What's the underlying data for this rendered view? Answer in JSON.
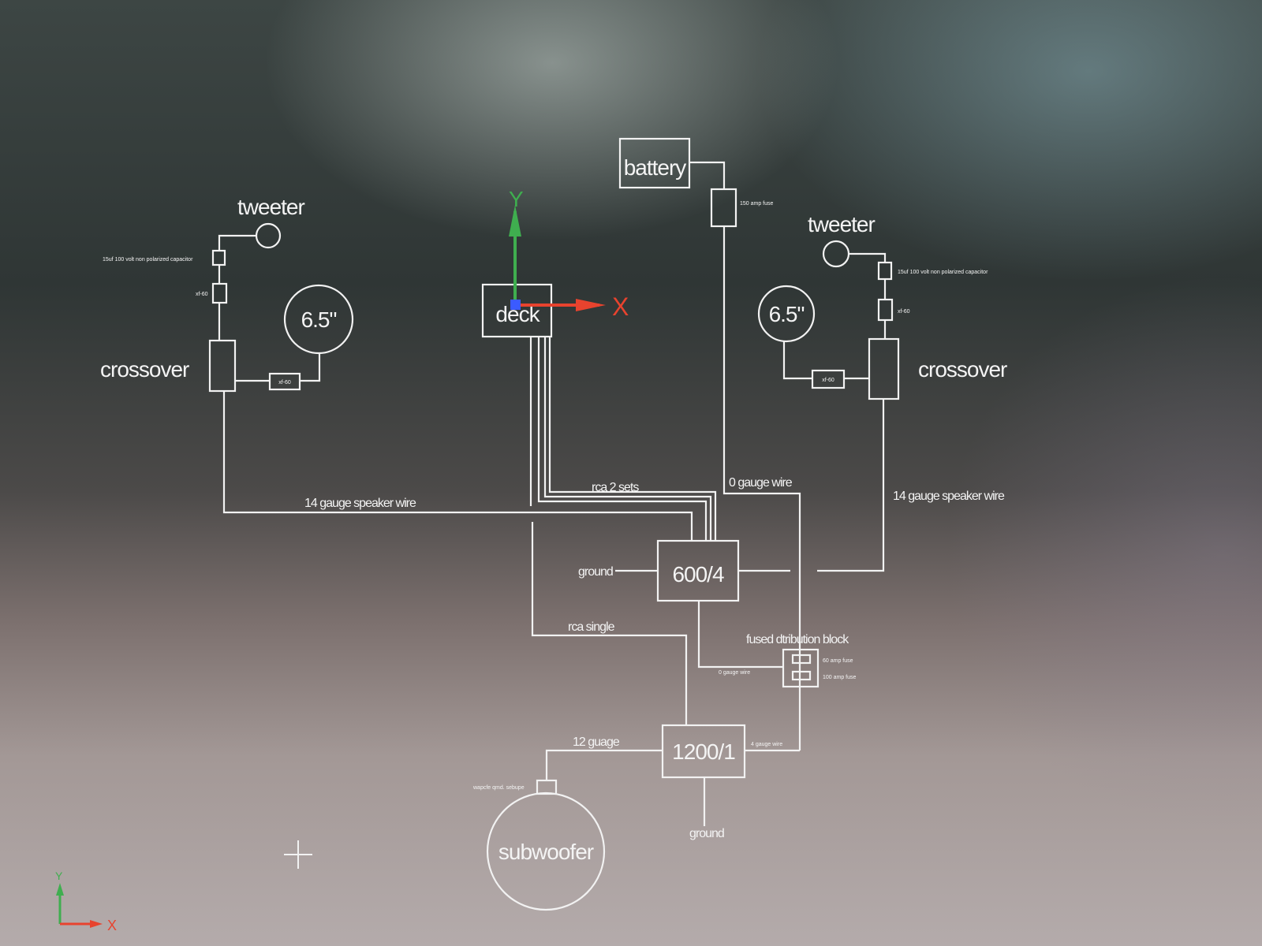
{
  "diagram": {
    "left": {
      "tweeter": "tweeter",
      "capacitor_note": "15uf 100 volt non polarized capacitor",
      "inline_part": "xf-60",
      "speaker_size": "6.5\"",
      "crossover": "crossover",
      "woofer_part": "xf-60"
    },
    "right": {
      "tweeter": "tweeter",
      "capacitor_note": "15uf 100 volt non polarized capacitor",
      "inline_part": "xf-60",
      "speaker_size": "6.5\"",
      "crossover": "crossover",
      "woofer_part": "xf-60",
      "speaker_wire": "14 gauge speaker wire"
    },
    "battery": "battery",
    "battery_fuse": "150 amp fuse",
    "deck": "deck",
    "amp_4ch": "600/4",
    "amp_mono": "1200/1",
    "subwoofer": "subwoofer",
    "sub_note": "wapcfe qmd. sebupe",
    "wires": {
      "left_speaker": "14 gauge speaker wire",
      "rca_2_sets": "rca 2 sets",
      "power": "0 gauge wire",
      "ground_amp": "ground",
      "rca_single": "rca single",
      "dist_block": "fused dtribution block",
      "fuse_1": "60 amp fuse",
      "fuse_2": "100 amp fuse",
      "amp_power": "0 gauge wire",
      "sub_wire": "12 guage",
      "mono_power": "4 gauge wire",
      "ground_mono": "ground"
    }
  },
  "ucs": {
    "x": "X",
    "y": "Y"
  },
  "colors": {
    "background": "#3a4241",
    "line": "#f2f2f2",
    "x_axis": "#e8432e",
    "y_axis": "#3fae4f",
    "z_axis": "#3b5bff"
  }
}
